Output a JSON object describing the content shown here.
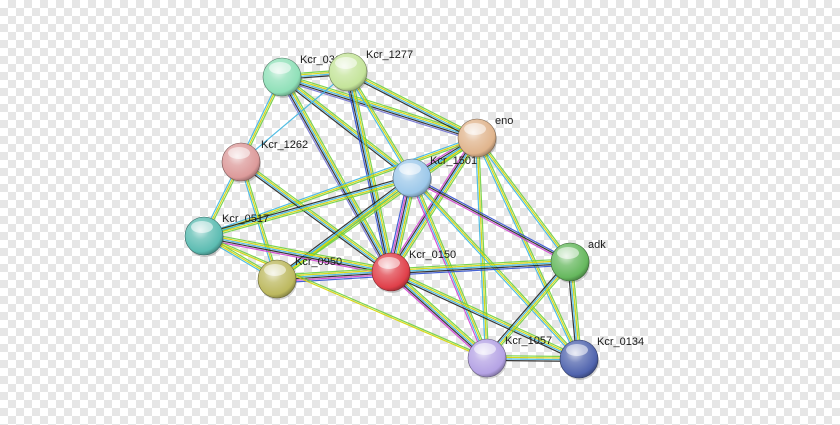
{
  "nodes": [
    {
      "id": "kcr0317",
      "label": "Kcr_0317",
      "color": "#8fe0b8"
    },
    {
      "id": "kcr1277",
      "label": "Kcr_1277",
      "color": "#c4e49a"
    },
    {
      "id": "eno",
      "label": "eno",
      "color": "#e0b48c"
    },
    {
      "id": "kcr1262",
      "label": "Kcr_1262",
      "color": "#dc9a9a"
    },
    {
      "id": "kcr1501",
      "label": "Kcr_1501",
      "color": "#9cc8ea"
    },
    {
      "id": "kcr0517",
      "label": "Kcr_0517",
      "color": "#5cbcb2"
    },
    {
      "id": "kcr0950",
      "label": "Kcr_0950",
      "color": "#bcb85e"
    },
    {
      "id": "kcr0150",
      "label": "Kcr_0150",
      "color": "#e0404a"
    },
    {
      "id": "adk",
      "label": "adk",
      "color": "#66b85e"
    },
    {
      "id": "kcr1057",
      "label": "Kcr_1057",
      "color": "#b4a2e4"
    },
    {
      "id": "kcr0134",
      "label": "Kcr_0134",
      "color": "#5064ae"
    }
  ],
  "edges": [
    {
      "from": "kcr0317",
      "to": "kcr1277",
      "colors": [
        "#6fcf3f",
        "#d6d600",
        "#3fb6e0",
        "#222222"
      ]
    },
    {
      "from": "kcr0317",
      "to": "eno",
      "colors": [
        "#6fcf3f",
        "#d6d600",
        "#3fb6e0",
        "#222222",
        "#7070d0"
      ]
    },
    {
      "from": "kcr0317",
      "to": "kcr1262",
      "colors": [
        "#6fcf3f",
        "#d6d600",
        "#3fb6e0"
      ]
    },
    {
      "from": "kcr0317",
      "to": "kcr1501",
      "colors": [
        "#6fcf3f",
        "#d6d600",
        "#3fb6e0",
        "#222222"
      ]
    },
    {
      "from": "kcr0317",
      "to": "kcr0150",
      "colors": [
        "#6fcf3f",
        "#d6d600",
        "#3fb6e0",
        "#222222",
        "#7070d0"
      ]
    },
    {
      "from": "kcr1277",
      "to": "eno",
      "colors": [
        "#6fcf3f",
        "#d6d600",
        "#3fb6e0",
        "#222222"
      ]
    },
    {
      "from": "kcr1277",
      "to": "kcr1262",
      "colors": [
        "#3fb6e0"
      ]
    },
    {
      "from": "kcr1277",
      "to": "kcr1501",
      "colors": [
        "#6fcf3f",
        "#d6d600",
        "#3fb6e0"
      ]
    },
    {
      "from": "kcr1277",
      "to": "kcr0150",
      "colors": [
        "#6fcf3f",
        "#d6d600",
        "#3fb6e0",
        "#222222",
        "#3050d0"
      ]
    },
    {
      "from": "eno",
      "to": "kcr1501",
      "colors": [
        "#6fcf3f",
        "#d6d600",
        "#3fb6e0",
        "#222222",
        "#d040d0"
      ]
    },
    {
      "from": "eno",
      "to": "kcr0150",
      "colors": [
        "#6fcf3f",
        "#d6d600",
        "#3fb6e0",
        "#222222",
        "#d040d0"
      ]
    },
    {
      "from": "eno",
      "to": "adk",
      "colors": [
        "#6fcf3f",
        "#d6d600",
        "#3fb6e0"
      ]
    },
    {
      "from": "eno",
      "to": "kcr1057",
      "colors": [
        "#6fcf3f",
        "#d6d600",
        "#3fb6e0"
      ]
    },
    {
      "from": "eno",
      "to": "kcr0134",
      "colors": [
        "#6fcf3f",
        "#d6d600",
        "#3fb6e0"
      ]
    },
    {
      "from": "eno",
      "to": "kcr0517",
      "colors": [
        "#6fcf3f",
        "#d6d600",
        "#3fb6e0"
      ]
    },
    {
      "from": "eno",
      "to": "kcr0950",
      "colors": [
        "#6fcf3f",
        "#d6d600",
        "#3fb6e0"
      ]
    },
    {
      "from": "kcr1262",
      "to": "kcr0517",
      "colors": [
        "#6fcf3f",
        "#d6d600",
        "#3fb6e0"
      ]
    },
    {
      "from": "kcr1262",
      "to": "kcr0950",
      "colors": [
        "#6fcf3f",
        "#d6d600",
        "#3fb6e0"
      ]
    },
    {
      "from": "kcr1262",
      "to": "kcr0150",
      "colors": [
        "#6fcf3f",
        "#d6d600",
        "#3fb6e0",
        "#222222"
      ]
    },
    {
      "from": "kcr1501",
      "to": "kcr0517",
      "colors": [
        "#6fcf3f",
        "#d6d600",
        "#3fb6e0",
        "#222222"
      ]
    },
    {
      "from": "kcr1501",
      "to": "kcr0950",
      "colors": [
        "#6fcf3f",
        "#d6d600",
        "#3fb6e0",
        "#222222"
      ]
    },
    {
      "from": "kcr1501",
      "to": "kcr0150",
      "colors": [
        "#6fcf3f",
        "#d6d600",
        "#3fb6e0",
        "#222222",
        "#d040d0",
        "#3050d0"
      ]
    },
    {
      "from": "kcr1501",
      "to": "adk",
      "colors": [
        "#3050d0",
        "#222222",
        "#d040d0"
      ]
    },
    {
      "from": "kcr1501",
      "to": "kcr1057",
      "colors": [
        "#6fcf3f",
        "#d6d600",
        "#3fb6e0",
        "#d040d0"
      ]
    },
    {
      "from": "kcr1501",
      "to": "kcr0134",
      "colors": [
        "#6fcf3f",
        "#d6d600",
        "#3fb6e0"
      ]
    },
    {
      "from": "kcr0517",
      "to": "kcr0950",
      "colors": [
        "#6fcf3f",
        "#d6d600",
        "#3fb6e0"
      ]
    },
    {
      "from": "kcr0517",
      "to": "kcr0150",
      "colors": [
        "#6fcf3f",
        "#d6d600",
        "#3fb6e0",
        "#222222",
        "#d040d0"
      ]
    },
    {
      "from": "kcr0950",
      "to": "kcr0150",
      "colors": [
        "#6fcf3f",
        "#d6d600",
        "#3fb6e0",
        "#222222",
        "#d040d0",
        "#3050d0"
      ]
    },
    {
      "from": "kcr0150",
      "to": "adk",
      "colors": [
        "#6fcf3f",
        "#d6d600",
        "#3fb6e0",
        "#222222",
        "#3050d0"
      ]
    },
    {
      "from": "kcr0150",
      "to": "kcr1057",
      "colors": [
        "#6fcf3f",
        "#d6d600",
        "#3fb6e0",
        "#222222",
        "#d040d0"
      ]
    },
    {
      "from": "kcr0150",
      "to": "kcr0134",
      "colors": [
        "#6fcf3f",
        "#d6d600",
        "#3fb6e0",
        "#222222"
      ]
    },
    {
      "from": "adk",
      "to": "kcr1057",
      "colors": [
        "#6fcf3f",
        "#d6d600",
        "#3fb6e0",
        "#222222"
      ]
    },
    {
      "from": "adk",
      "to": "kcr0134",
      "colors": [
        "#6fcf3f",
        "#d6d600",
        "#3fb6e0",
        "#222222"
      ]
    },
    {
      "from": "kcr1057",
      "to": "kcr0134",
      "colors": [
        "#6fcf3f",
        "#d6d600",
        "#3fb6e0",
        "#222222"
      ]
    },
    {
      "from": "kcr0517",
      "to": "kcr1057",
      "colors": [
        "#6fcf3f",
        "#d6d600"
      ]
    }
  ]
}
